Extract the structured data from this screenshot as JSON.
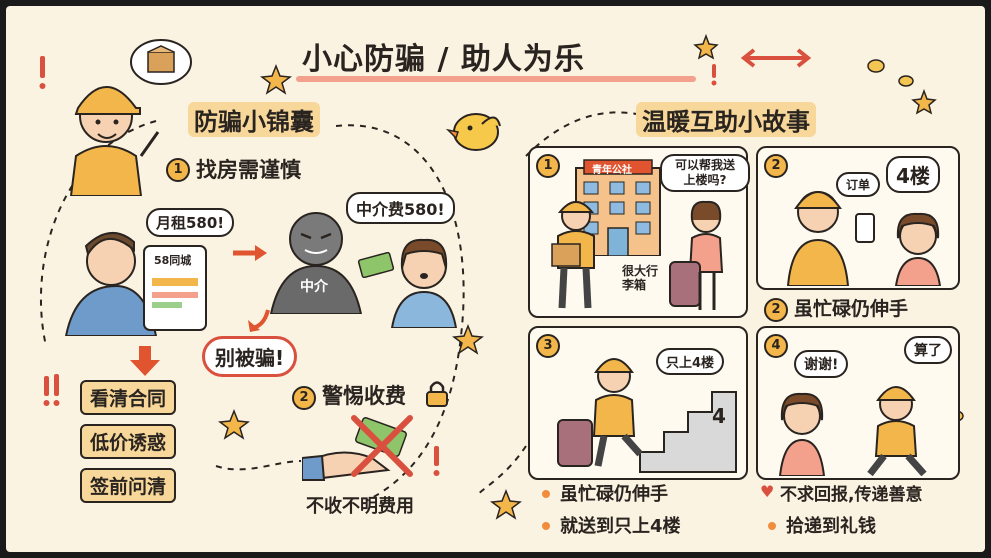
{
  "title": "小心防骗 / 助人为乐",
  "left": {
    "heading": "防骗小锦囊",
    "tip1": {
      "num": "1",
      "label": "找房需谨慎"
    },
    "rent_bubble": "月租580!",
    "phone_app": "58同城",
    "agent_label": "中介",
    "fee_bubble": "中介费580!",
    "warning_bubble": "别被骗!",
    "checklist": [
      "看清合同",
      "低价诱惑",
      "签前问清"
    ],
    "tip2": {
      "num": "2",
      "label": "警惕收费"
    },
    "no_fee": "不收不明费用"
  },
  "right": {
    "heading": "温暖互助小故事",
    "panel1": {
      "num": "1",
      "building_sign": "青年公社",
      "bubble": "可以帮我送上楼吗?",
      "luggage_label": "很大行李箱"
    },
    "panel2": {
      "num": "2",
      "order_bubble": "订单",
      "floor_bubble": "4楼",
      "caption_num": "2",
      "caption": "虽忙碌仍伸手"
    },
    "panel3": {
      "num": "3",
      "bubble": "只上4楼",
      "stair_number": "4"
    },
    "panel4": {
      "num": "4",
      "thanks_bubble": "谢谢!",
      "decline_bubble": "算了"
    },
    "bullets": [
      "虽忙碌仍伸手",
      "就送到只上4楼"
    ],
    "bullets_right": [
      "不求回报,传递善意",
      "拾递到礼钱"
    ]
  },
  "colors": {
    "accent": "#f3b64a",
    "warning": "#d9503f",
    "paper": "#fbf3e2"
  }
}
